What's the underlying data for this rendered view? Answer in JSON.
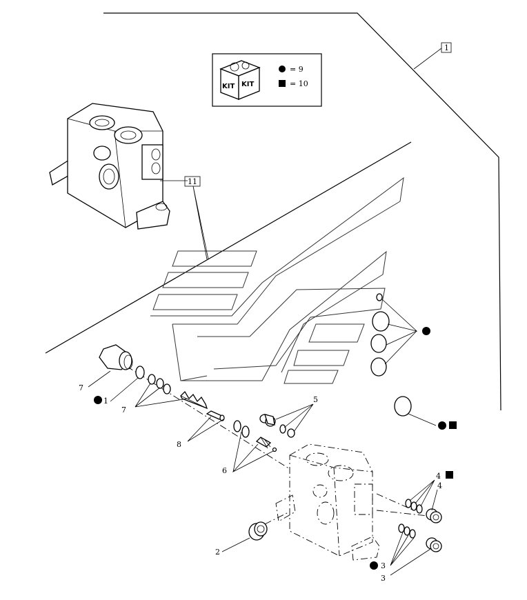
{
  "kit_legend": {
    "kit_label_left": "KIT",
    "kit_label_right": "KIT",
    "circle_entry": "= 9",
    "square_entry": "= 10"
  },
  "callouts": {
    "assembly": "1",
    "valve_body": "11",
    "plug_large": "7",
    "oring_plug": "1",
    "spring_set": "7",
    "pin": "8",
    "spool_set": "6",
    "plug_small": "5",
    "plug_bottom": "2",
    "seal_right_top": "4",
    "plug_right_top": "4",
    "seal_right_bottom": "3",
    "plug_right_bottom": "3"
  },
  "colors": {
    "line": "#000000",
    "background": "#ffffff"
  }
}
